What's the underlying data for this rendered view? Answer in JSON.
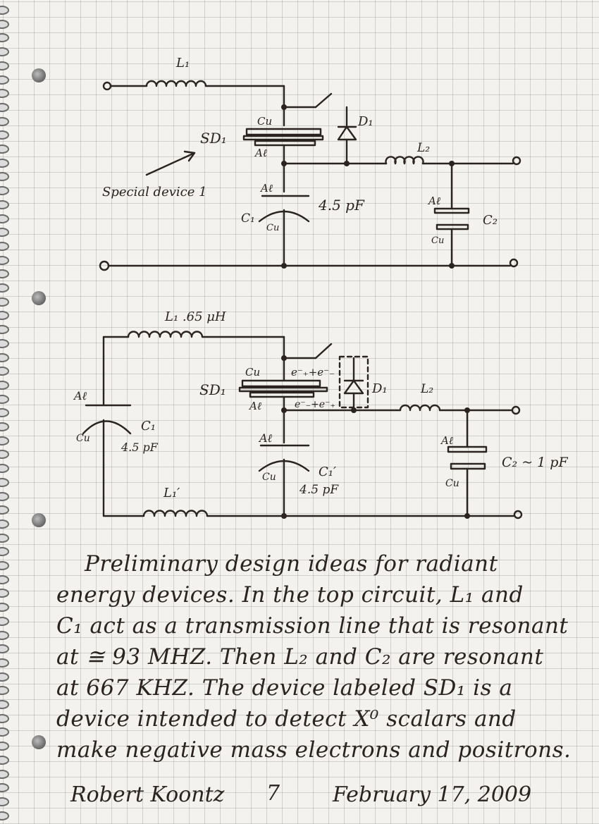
{
  "circuit_top": {
    "inductor_l1": "L₁",
    "inductor_l2": "L₂",
    "diode_d1": "D₁",
    "special_device": "SD₁",
    "sd_top_metal": "Cu",
    "sd_bottom_metal": "Aℓ",
    "pointer_label": "Special device 1",
    "cap_c1": "C₁",
    "cap_c1_top_metal": "Aℓ",
    "cap_c1_bottom_metal": "Cu",
    "cap_c1_value": "4.5 pF",
    "cap_c2": "C₂",
    "cap_c2_top_metal": "Aℓ",
    "cap_c2_bottom_metal": "Cu"
  },
  "circuit_bottom": {
    "inductor_l1": "L₁ .65 μH",
    "inductor_l1_prime": "L₁′",
    "inductor_l2": "L₂",
    "diode_d1": "D₁",
    "special_device": "SD₁",
    "sd_top_metal": "Cu",
    "sd_bottom_metal": "Aℓ",
    "sd_top_charge": "e⁻₊+e⁻₋",
    "sd_bottom_charge": "e⁻₋+e⁻₊",
    "cap_c1_left": "C₁",
    "cap_c1_left_top_metal": "Aℓ",
    "cap_c1_left_bottom_metal": "Cu",
    "cap_c1_left_value": "4.5 pF",
    "cap_c1_prime": "C₁′",
    "cap_c1_prime_top_metal": "Aℓ",
    "cap_c1_prime_bottom_metal": "Cu",
    "cap_c1_prime_value": "4.5 pF",
    "cap_c2": "C₂ ~ 1 pF",
    "cap_c2_top_metal": "Aℓ",
    "cap_c2_bottom_metal": "Cu"
  },
  "note": {
    "lines": [
      "Preliminary design ideas for radiant",
      "energy devices. In the top circuit, L₁ and",
      "C₁ act as a transmission line that is resonant",
      "at ≅ 93 MHZ. Then L₂ and C₂ are resonant",
      "at 667 KHZ. The device labeled SD₁ is a",
      "device intended to detect X⁰ scalars and",
      "make negative mass electrons and positrons."
    ]
  },
  "footer": {
    "signature": "Robert Koontz",
    "page_number": "7",
    "date": "February 17, 2009"
  },
  "colors": {
    "ink": "#2a2320",
    "paper": "#f3f2ee",
    "grid": "#a0a0a0"
  }
}
